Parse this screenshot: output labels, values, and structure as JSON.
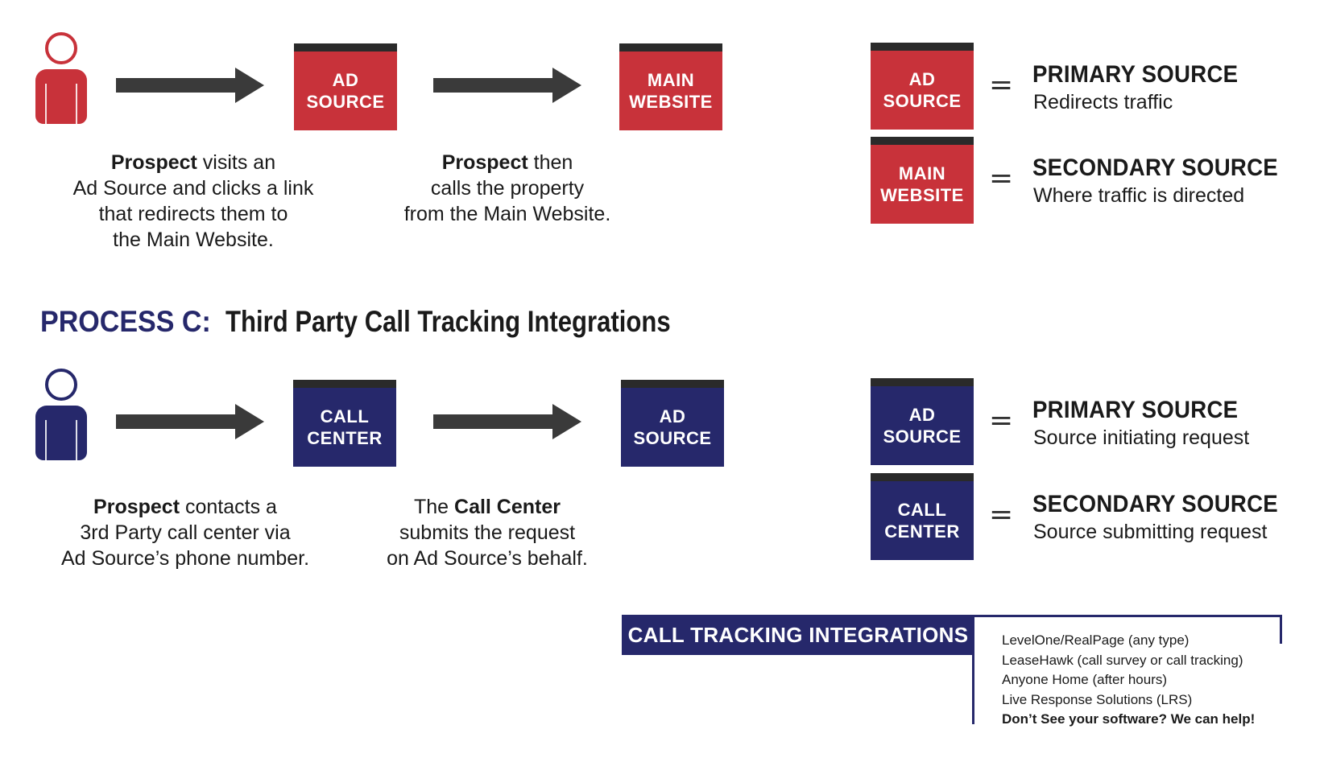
{
  "process_b": {
    "flow": {
      "box1": [
        "AD",
        "SOURCE"
      ],
      "box2": [
        "MAIN",
        "WEBSITE"
      ]
    },
    "caption1": {
      "bold": "Prospect",
      "rest_line1": " visits an",
      "line2": "Ad Source and clicks a link",
      "line3": "that redirects them to",
      "line4": "the Main Website."
    },
    "caption2": {
      "bold": "Prospect",
      "rest_line1": " then",
      "line2": "calls the property",
      "line3": "from the Main Website."
    },
    "legend": [
      {
        "box": [
          "AD",
          "SOURCE"
        ],
        "title": "PRIMARY SOURCE",
        "subtitle": "Redirects traffic"
      },
      {
        "box": [
          "MAIN",
          "WEBSITE"
        ],
        "title": "SECONDARY SOURCE",
        "subtitle": "Where traffic is directed"
      }
    ]
  },
  "process_c": {
    "label": "PROCESS C:",
    "title": "Third Party Call Tracking Integrations",
    "flow": {
      "box1": [
        "CALL",
        "CENTER"
      ],
      "box2": [
        "AD",
        "SOURCE"
      ]
    },
    "caption1": {
      "bold": "Prospect",
      "rest_line1": " contacts  a",
      "line2": "3rd Party call center via",
      "line3": "Ad Source’s phone number."
    },
    "caption2": {
      "pre": "The ",
      "bold": "Call Center",
      "line2": "submits the request",
      "line3": "on Ad Source’s behalf."
    },
    "legend": [
      {
        "box": [
          "AD",
          "SOURCE"
        ],
        "title": "PRIMARY SOURCE",
        "subtitle": "Source initiating request"
      },
      {
        "box": [
          "CALL",
          "CENTER"
        ],
        "title": "SECONDARY SOURCE",
        "subtitle": "Source submitting request"
      }
    ]
  },
  "equals_sign": "=",
  "integrations": {
    "banner": "CALL TRACKING INTEGRATIONS",
    "items": [
      "LevelOne/RealPage (any type)",
      "LeaseHawk (call survey or call tracking)",
      "Anyone Home (after hours)",
      "Live Response Solutions (LRS)",
      "Don’t See your software? We can help!"
    ]
  },
  "colors": {
    "red": "#c8323a",
    "navy": "#26286b",
    "arrow": "#3a3a3a",
    "box_top": "#2a2a2a"
  },
  "icons": [
    "person-icon",
    "right-arrow-icon"
  ]
}
